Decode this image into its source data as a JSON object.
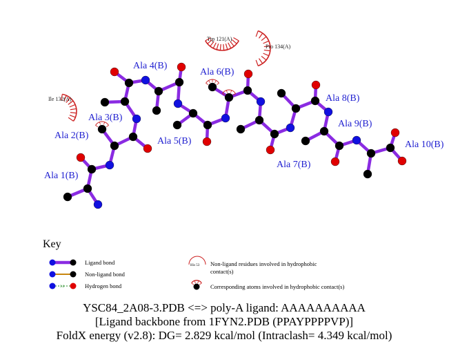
{
  "residues": [
    {
      "id": "ala1",
      "label": "Ala 1(B)"
    },
    {
      "id": "ala2",
      "label": "Ala 2(B)"
    },
    {
      "id": "ala3",
      "label": "Ala 3(B)"
    },
    {
      "id": "ala4",
      "label": "Ala 4(B)"
    },
    {
      "id": "ala5",
      "label": "Ala 5(B)"
    },
    {
      "id": "ala6",
      "label": "Ala 6(B)"
    },
    {
      "id": "ala7",
      "label": "Ala 7(B)"
    },
    {
      "id": "ala8",
      "label": "Ala 8(B)"
    },
    {
      "id": "ala9",
      "label": "Ala 9(B)"
    },
    {
      "id": "ala10",
      "label": "Ala 10(B)"
    }
  ],
  "hydrophobic_residues": [
    {
      "id": "ile132",
      "label": "Ile 132(A)"
    },
    {
      "id": "trp121",
      "label": "Trp 121(A)"
    },
    {
      "id": "pro134",
      "label": "Pro 134(A)"
    }
  ],
  "key": {
    "title": "Key",
    "ligand_bond": "Ligand bond",
    "non_ligand_bond": "Non-ligand bond",
    "hydrogen_bond": "Hydrogen bond",
    "hydrogen_bond_distance": "3.0",
    "hydrophobic_example": "His 53",
    "hydrophobic_text_line1": "Non-ligand residues involved in hydrophobic",
    "hydrophobic_text_line2": "contact(s)",
    "corresponding_atoms": "Corresponding atoms involved in hydrophobic contact(s)"
  },
  "caption": {
    "line1": "YSC84_2A08-3.PDB <=> poly-A ligand: AAAAAAAAAA",
    "line2": "[Ligand backbone from 1FYN2.PDB (PPAYPPPPVP)]",
    "line3": "FoldX energy (v2.8): DG= 2.829 kcal/mol (Intraclash= 4.349 kcal/mol)"
  },
  "colors": {
    "ligand_bond": "#8a2be2",
    "non_ligand_bond": "#c8860f",
    "hydrogen_bond": "#228b22",
    "carbon": "#000000",
    "nitrogen": "#1010e0",
    "oxygen": "#e00000",
    "hydrophobic_arc": "#cc2222",
    "residue_label": "#1f1fd0"
  }
}
